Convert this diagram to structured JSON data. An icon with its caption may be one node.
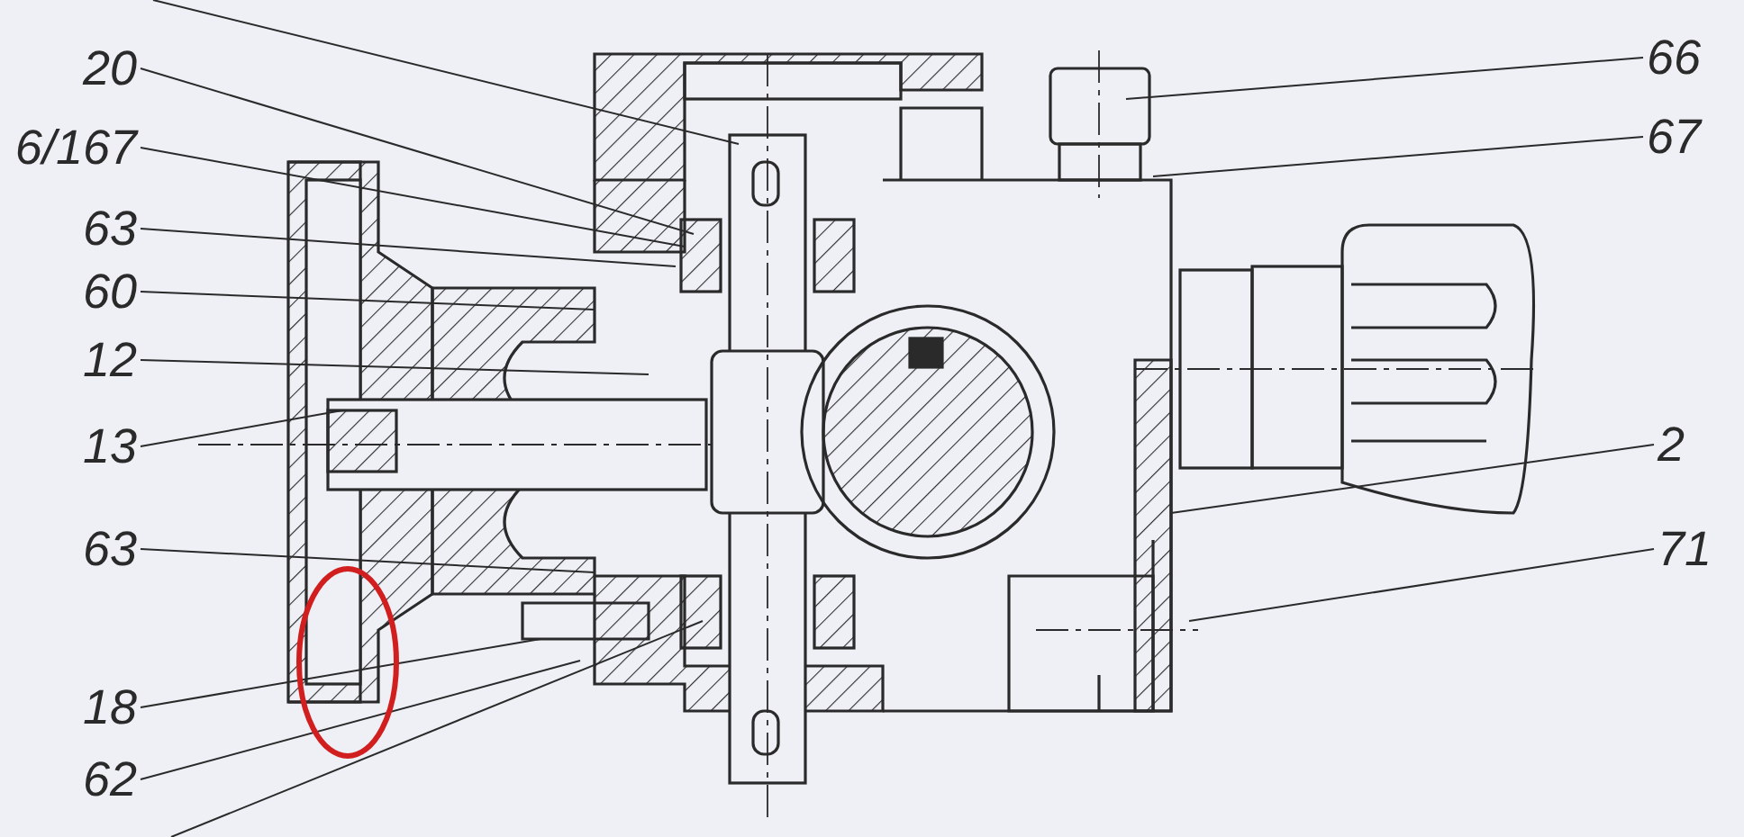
{
  "diagram": {
    "nodes": [
      {
        "text": [
          "20"
        ]
      },
      {
        "text": [
          "6/167"
        ]
      },
      {
        "text": [
          "63"
        ]
      },
      {
        "text": [
          "60"
        ]
      },
      {
        "text": [
          "12"
        ]
      },
      {
        "text": [
          "13"
        ]
      },
      {
        "text": [
          "63"
        ]
      },
      {
        "text": [
          "18"
        ]
      },
      {
        "text": [
          "62"
        ]
      },
      {
        "text": [
          "66"
        ]
      },
      {
        "text": [
          "67"
        ]
      },
      {
        "text": [
          "2"
        ]
      },
      {
        "text": [
          "71"
        ]
      }
    ],
    "edges": [
      {
        "from": 0,
        "to": null,
        "arrow": "none"
      },
      {
        "from": 1,
        "to": null,
        "arrow": "none"
      },
      {
        "from": 2,
        "to": null,
        "arrow": "none"
      },
      {
        "from": 3,
        "to": null,
        "arrow": "none"
      },
      {
        "from": 4,
        "to": null,
        "arrow": "none"
      },
      {
        "from": 5,
        "to": null,
        "arrow": "none"
      },
      {
        "from": 6,
        "to": null,
        "arrow": "none"
      },
      {
        "from": 7,
        "to": null,
        "arrow": "none"
      },
      {
        "from": 8,
        "to": null,
        "arrow": "none"
      },
      {
        "from": 9,
        "to": null,
        "arrow": "none"
      },
      {
        "from": 10,
        "to": null,
        "arrow": "none"
      },
      {
        "from": 11,
        "to": null,
        "arrow": "none"
      },
      {
        "from": 12,
        "to": null,
        "arrow": "none"
      }
    ]
  }
}
